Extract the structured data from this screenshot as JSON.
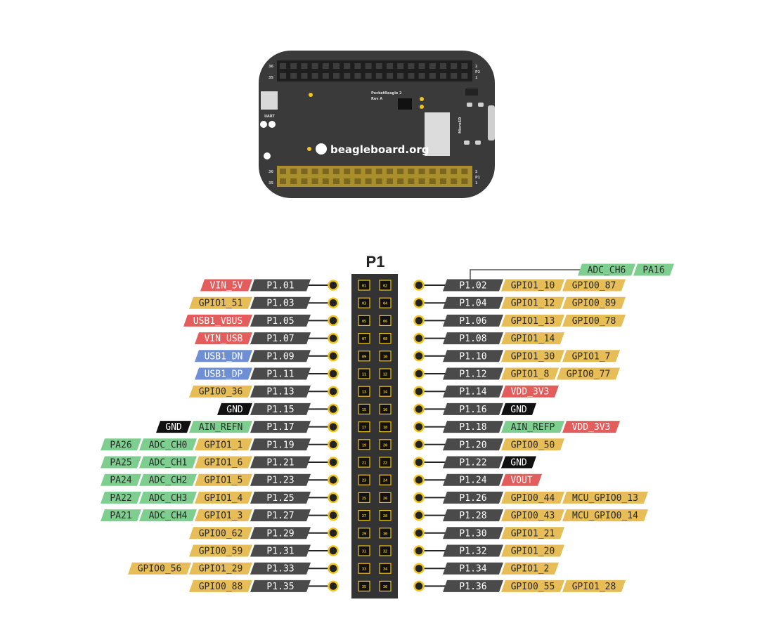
{
  "board": {
    "name": "PocketBeagle 2",
    "rev": "Rev A",
    "brand": "beagleboard.org",
    "uart_label": "UART",
    "microsd_label": "MicroSD",
    "p2_label": "P2",
    "p1_label": "P1",
    "pin_num_36": "36",
    "pin_num_35": "35",
    "pin_num_2": "2",
    "pin_num_1": "1"
  },
  "header": {
    "title": "P1"
  },
  "colors": {
    "pin": "#4a4a4a",
    "gpio": "#e6bd56",
    "power": "#e25d5b",
    "usb": "#6f8fd4",
    "analog": "#7ecf8f",
    "ground": "#111111",
    "yellow": "#f0c419",
    "header_body": "#333333"
  },
  "pins": {
    "left": [
      {
        "num": "01",
        "pin": "P1.01",
        "labels": [
          {
            "text": "VIN_5V",
            "type": "power"
          }
        ]
      },
      {
        "num": "03",
        "pin": "P1.03",
        "labels": [
          {
            "text": "GPIO1_51",
            "type": "gpio"
          }
        ]
      },
      {
        "num": "05",
        "pin": "P1.05",
        "labels": [
          {
            "text": "USB1_VBUS",
            "type": "power"
          }
        ]
      },
      {
        "num": "07",
        "pin": "P1.07",
        "labels": [
          {
            "text": "VIN_USB",
            "type": "power"
          }
        ]
      },
      {
        "num": "09",
        "pin": "P1.09",
        "labels": [
          {
            "text": "USB1_DN",
            "type": "usb"
          }
        ]
      },
      {
        "num": "11",
        "pin": "P1.11",
        "labels": [
          {
            "text": "USB1_DP",
            "type": "usb"
          }
        ]
      },
      {
        "num": "13",
        "pin": "P1.13",
        "labels": [
          {
            "text": "GPIO0_36",
            "type": "gpio"
          }
        ]
      },
      {
        "num": "15",
        "pin": "P1.15",
        "labels": [
          {
            "text": "GND",
            "type": "ground"
          }
        ]
      },
      {
        "num": "17",
        "pin": "P1.17",
        "labels": [
          {
            "text": "AIN_REFN",
            "type": "analog"
          },
          {
            "text": "GND",
            "type": "ground"
          }
        ]
      },
      {
        "num": "19",
        "pin": "P1.19",
        "labels": [
          {
            "text": "GPIO1_1",
            "type": "gpio"
          },
          {
            "text": "ADC_CH0",
            "type": "analog"
          },
          {
            "text": "PA26",
            "type": "analog"
          }
        ]
      },
      {
        "num": "21",
        "pin": "P1.21",
        "labels": [
          {
            "text": "GPIO1_6",
            "type": "gpio"
          },
          {
            "text": "ADC_CH1",
            "type": "analog"
          },
          {
            "text": "PA25",
            "type": "analog"
          }
        ]
      },
      {
        "num": "23",
        "pin": "P1.23",
        "labels": [
          {
            "text": "GPIO1_5",
            "type": "gpio"
          },
          {
            "text": "ADC_CH2",
            "type": "analog"
          },
          {
            "text": "PA24",
            "type": "analog"
          }
        ]
      },
      {
        "num": "25",
        "pin": "P1.25",
        "labels": [
          {
            "text": "GPIO1_4",
            "type": "gpio"
          },
          {
            "text": "ADC_CH3",
            "type": "analog"
          },
          {
            "text": "PA22",
            "type": "analog"
          }
        ]
      },
      {
        "num": "27",
        "pin": "P1.27",
        "labels": [
          {
            "text": "GPIO1_3",
            "type": "gpio"
          },
          {
            "text": "ADC_CH4",
            "type": "analog"
          },
          {
            "text": "PA21",
            "type": "analog"
          }
        ]
      },
      {
        "num": "29",
        "pin": "P1.29",
        "labels": [
          {
            "text": "GPIO0_62",
            "type": "gpio"
          }
        ]
      },
      {
        "num": "31",
        "pin": "P1.31",
        "labels": [
          {
            "text": "GPIO0_59",
            "type": "gpio"
          }
        ]
      },
      {
        "num": "33",
        "pin": "P1.33",
        "labels": [
          {
            "text": "GPIO1_29",
            "type": "gpio"
          },
          {
            "text": "GPIO0_56",
            "type": "gpio"
          }
        ]
      },
      {
        "num": "35",
        "pin": "P1.35",
        "labels": [
          {
            "text": "GPIO0_88",
            "type": "gpio"
          }
        ]
      }
    ],
    "right": [
      {
        "num": "02",
        "pin": "P1.02",
        "labels": [
          {
            "text": "GPIO1_10",
            "type": "gpio"
          },
          {
            "text": "GPIO0_87",
            "type": "gpio"
          }
        ]
      },
      {
        "num": "04",
        "pin": "P1.04",
        "labels": [
          {
            "text": "GPIO1_12",
            "type": "gpio"
          },
          {
            "text": "GPIO0_89",
            "type": "gpio"
          }
        ]
      },
      {
        "num": "06",
        "pin": "P1.06",
        "labels": [
          {
            "text": "GPIO1_13",
            "type": "gpio"
          },
          {
            "text": "GPIO0_78",
            "type": "gpio"
          }
        ]
      },
      {
        "num": "08",
        "pin": "P1.08",
        "labels": [
          {
            "text": "GPIO1_14",
            "type": "gpio"
          }
        ]
      },
      {
        "num": "10",
        "pin": "P1.10",
        "labels": [
          {
            "text": "GPIO1_30",
            "type": "gpio"
          },
          {
            "text": "GPIO1_7",
            "type": "gpio"
          }
        ]
      },
      {
        "num": "12",
        "pin": "P1.12",
        "labels": [
          {
            "text": "GPIO1_8",
            "type": "gpio"
          },
          {
            "text": "GPIO0_77",
            "type": "gpio"
          }
        ]
      },
      {
        "num": "14",
        "pin": "P1.14",
        "labels": [
          {
            "text": "VDD_3V3",
            "type": "power"
          }
        ]
      },
      {
        "num": "16",
        "pin": "P1.16",
        "labels": [
          {
            "text": "GND",
            "type": "ground"
          }
        ]
      },
      {
        "num": "18",
        "pin": "P1.18",
        "labels": [
          {
            "text": "AIN_REFP",
            "type": "analog"
          },
          {
            "text": "VDD_3V3",
            "type": "power"
          }
        ]
      },
      {
        "num": "20",
        "pin": "P1.20",
        "labels": [
          {
            "text": "GPIO0_50",
            "type": "gpio"
          }
        ]
      },
      {
        "num": "22",
        "pin": "P1.22",
        "labels": [
          {
            "text": "GND",
            "type": "ground"
          }
        ]
      },
      {
        "num": "24",
        "pin": "P1.24",
        "labels": [
          {
            "text": "VOUT",
            "type": "power"
          }
        ]
      },
      {
        "num": "26",
        "pin": "P1.26",
        "labels": [
          {
            "text": "GPIO0_44",
            "type": "gpio"
          },
          {
            "text": "MCU_GPIO0_13",
            "type": "gpio"
          }
        ]
      },
      {
        "num": "28",
        "pin": "P1.28",
        "labels": [
          {
            "text": "GPIO0_43",
            "type": "gpio"
          },
          {
            "text": "MCU_GPIO0_14",
            "type": "gpio"
          }
        ]
      },
      {
        "num": "30",
        "pin": "P1.30",
        "labels": [
          {
            "text": "GPIO1_21",
            "type": "gpio"
          }
        ]
      },
      {
        "num": "32",
        "pin": "P1.32",
        "labels": [
          {
            "text": "GPIO1_20",
            "type": "gpio"
          }
        ]
      },
      {
        "num": "34",
        "pin": "P1.34",
        "labels": [
          {
            "text": "GPIO1_2",
            "type": "gpio"
          }
        ]
      },
      {
        "num": "36",
        "pin": "P1.36",
        "labels": [
          {
            "text": "GPIO0_55",
            "type": "gpio"
          },
          {
            "text": "GPIO1_28",
            "type": "gpio"
          }
        ]
      }
    ],
    "extra": [
      {
        "text": "ADC_CH6",
        "type": "analog"
      },
      {
        "text": "PA16",
        "type": "analog"
      }
    ]
  }
}
